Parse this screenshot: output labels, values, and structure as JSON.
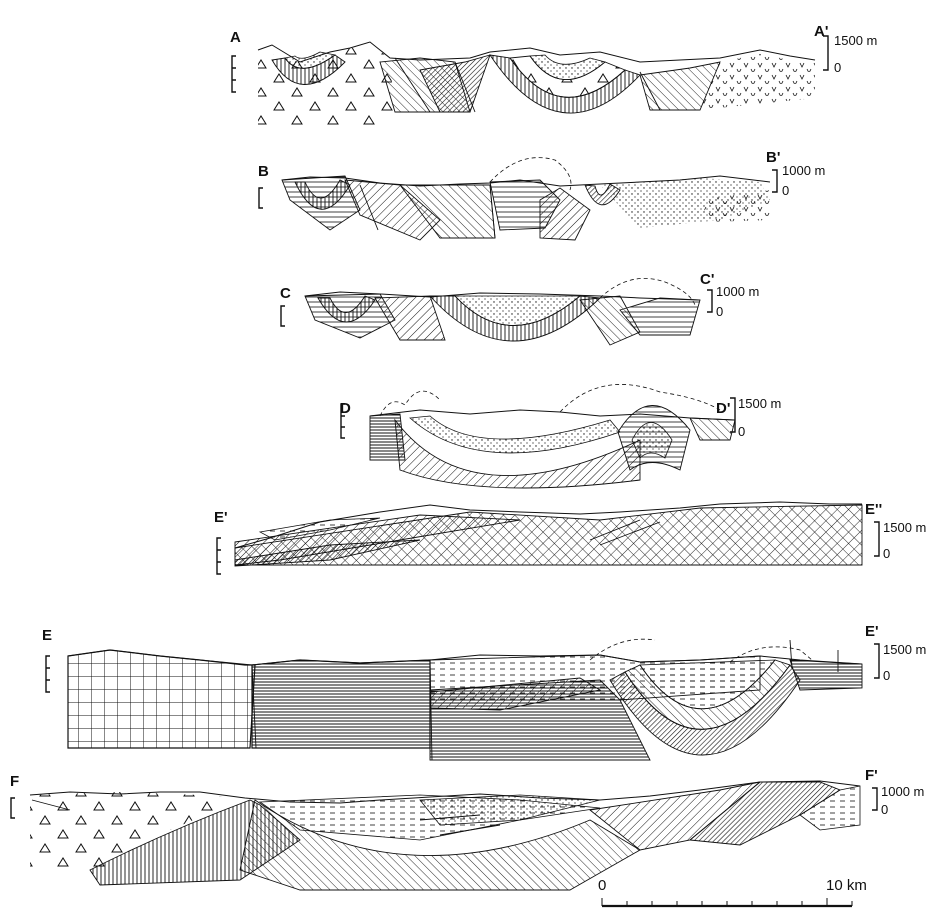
{
  "sections": [
    {
      "id": "A",
      "start_label": "A",
      "end_label": "A'",
      "scale_label": "1500 m",
      "zero_label": "0"
    },
    {
      "id": "B",
      "start_label": "B",
      "end_label": "B'",
      "scale_label": "1000 m",
      "zero_label": "0"
    },
    {
      "id": "C",
      "start_label": "C",
      "end_label": "C'",
      "scale_label": "1000 m",
      "zero_label": "0"
    },
    {
      "id": "D",
      "start_label": "D",
      "end_label": "D'",
      "scale_label": "1500 m",
      "zero_label": "0"
    },
    {
      "id": "E1",
      "start_label": "E'",
      "end_label": "E''",
      "scale_label": "1500 m",
      "zero_label": "0"
    },
    {
      "id": "E",
      "start_label": "E",
      "end_label": "E'",
      "scale_label": "1500 m",
      "zero_label": "0"
    },
    {
      "id": "F",
      "start_label": "F",
      "end_label": "F'",
      "scale_label": "1000 m",
      "zero_label": "0"
    }
  ],
  "scale_bar": {
    "start_label": "0",
    "end_label": "10 km"
  },
  "colors": {
    "ink": "#111111",
    "paper": "#ffffff"
  }
}
